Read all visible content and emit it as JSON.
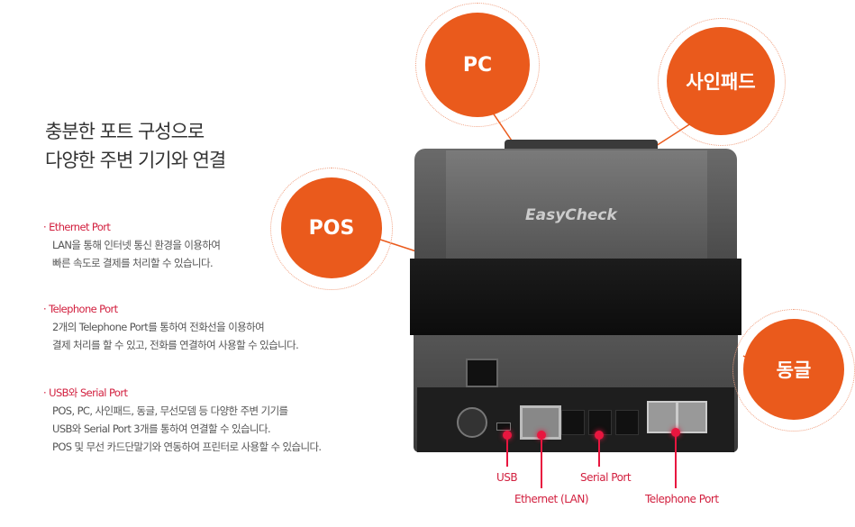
{
  "headline": {
    "line1": "충분한 포트 구성으로",
    "line2": "다양한 주변 기기와 연결"
  },
  "sections": [
    {
      "title": "Ethernet Port",
      "lines": [
        "LAN을 통해 인터넷 통신 환경을 이용하여",
        "빠른 속도로 결제를 처리할 수 있습니다."
      ]
    },
    {
      "title": "Telephone Port",
      "lines": [
        "2개의 Telephone Port를 통하여 전화선을 이용하여",
        "결제 처리를 할 수 있고, 전화를 연결하여 사용할 수 있습니다."
      ]
    },
    {
      "title": "USB와 Serial Port",
      "lines": [
        "POS, PC, 사인패드, 동글, 무선모뎀 등 다양한 주변 기기를",
        "USB와  Serial Port 3개를 통하여 연결할 수 있습니다.",
        "POS 및 무선 카드단말기와 연동하여 프린터로 사용할 수 있습니다."
      ]
    }
  ],
  "bullet": "·",
  "bubbles": {
    "pc": "PC",
    "signpad": "사인패드",
    "pos": "POS",
    "dongle": "동글"
  },
  "brand": "EasyCheck",
  "port_labels": {
    "usb": "USB",
    "ethernet": "Ethernet (LAN)",
    "serial": "Serial Port",
    "telephone": "Telephone Port"
  },
  "colors": {
    "accent": "#ea5a1c",
    "label": "#d2203f"
  }
}
